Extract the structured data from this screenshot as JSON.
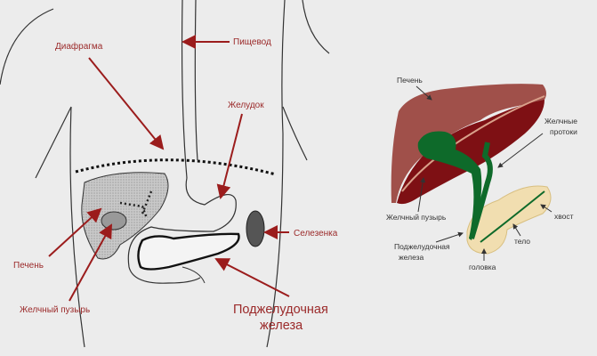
{
  "colors": {
    "arrow": "#9b1c1c",
    "liver_light": "#a0504a",
    "liver_dark": "#7e1014",
    "gall": "#0e6a2a",
    "pancreas": "#f1deb0"
  },
  "left_figure": {
    "diaphragm": "Диафрагма",
    "esophagus": "Пищевод",
    "stomach": "Желудок",
    "spleen": "Селезенка",
    "liver": "Печень",
    "gallbladder": "Желчный пузырь",
    "pancreas_line1": "Поджелудочная",
    "pancreas_line2": "железа"
  },
  "right_figure": {
    "liver": "Печень",
    "bile_ducts_line1": "Желчные",
    "bile_ducts_line2": "протоки",
    "gallbladder": "Желчный пузырь",
    "tail": "хвост",
    "pancreas_line1": "Поджелудочная",
    "pancreas_line2": "железа",
    "body": "тело",
    "head": "головка"
  }
}
